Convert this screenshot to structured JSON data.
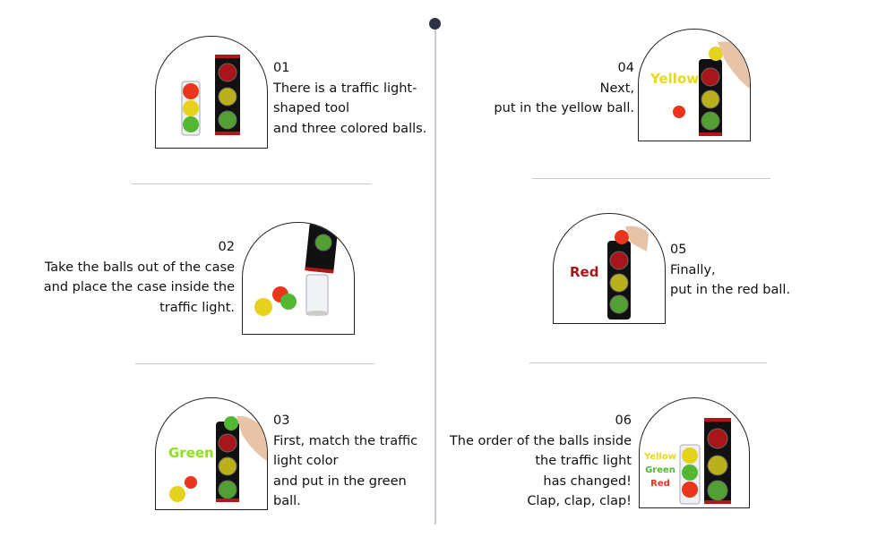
{
  "colors": {
    "red": "#e8351c",
    "yellow": "#d6c818",
    "green": "#52b833",
    "dark_red": "#a8161a",
    "lime": "#8de01c",
    "pale_yellow": "#e8d820"
  },
  "steps": [
    {
      "num": "01",
      "lines": [
        "There is a traffic light-",
        "shaped tool",
        "and three colored balls."
      ]
    },
    {
      "num": "02",
      "lines": [
        "Take the balls out of the case",
        "and place the case inside the",
        "traffic light."
      ]
    },
    {
      "num": "03",
      "lines": [
        "First, match the traffic",
        "light color",
        "and put in the green",
        "ball."
      ],
      "label": "Green"
    },
    {
      "num": "04",
      "lines": [
        "Next,",
        "put in the yellow ball."
      ],
      "label": "Yellow"
    },
    {
      "num": "05",
      "lines": [
        "Finally,",
        "put in the red ball."
      ],
      "label": "Red"
    },
    {
      "num": "06",
      "lines": [
        "The order of the balls inside",
        "the traffic light",
        "has changed!",
        "Clap, clap, clap!"
      ],
      "labels": [
        "Yellow",
        "Green",
        "Red"
      ]
    }
  ]
}
